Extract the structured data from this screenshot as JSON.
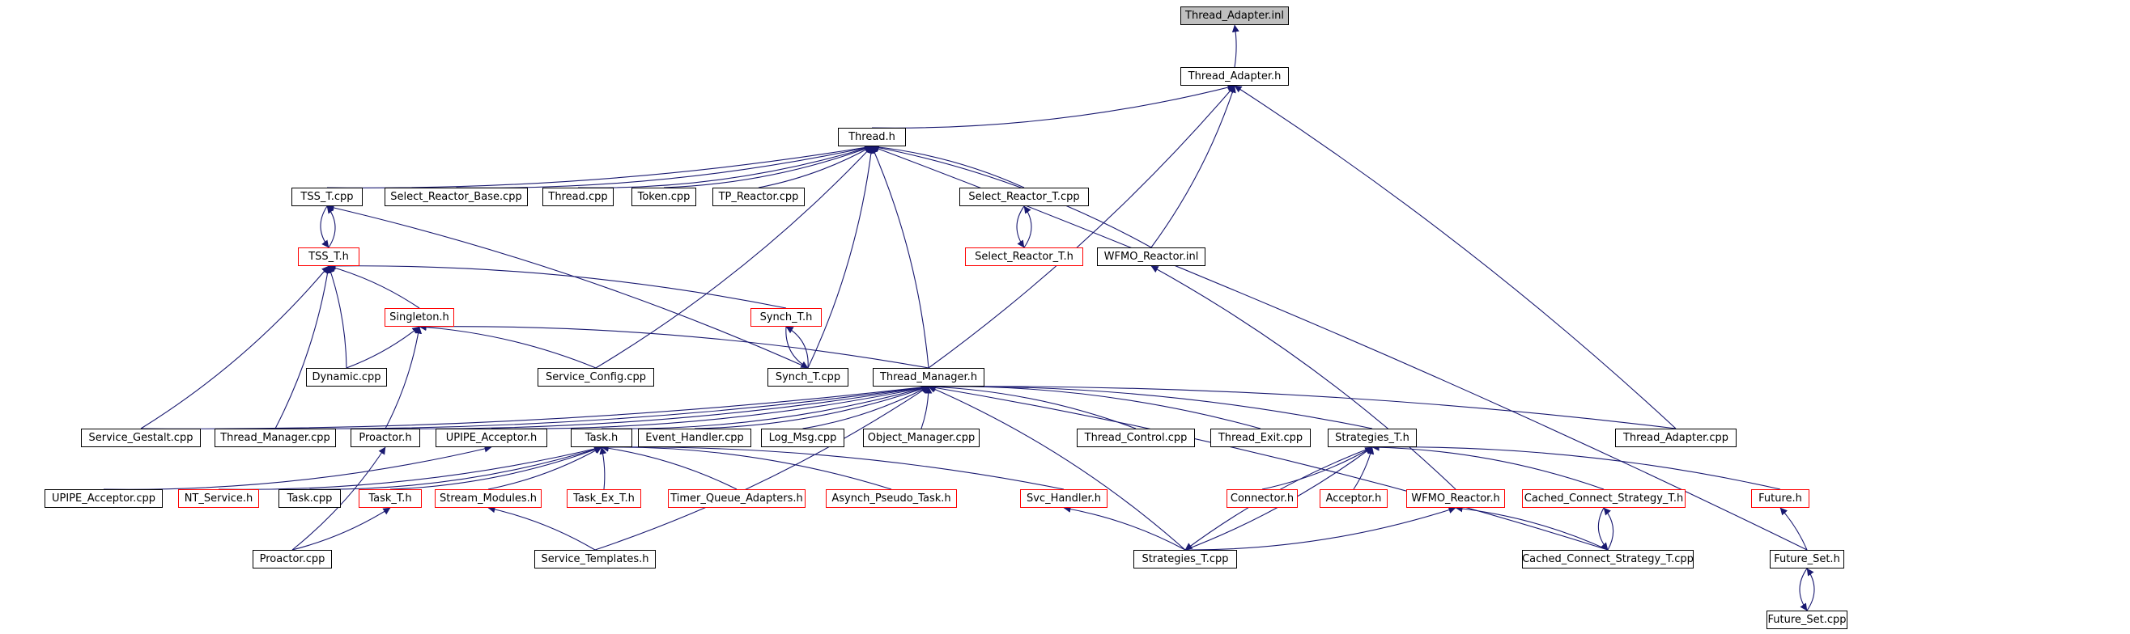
{
  "graph": {
    "colors": {
      "edge": "#191970",
      "box": "#000000",
      "box_incomplete": "#ff0000",
      "focus_fill": "#bfbfbf"
    },
    "nodes": [
      {
        "id": "thread_adapter_inl",
        "label": "Thread_Adapter.inl",
        "style": "focus"
      },
      {
        "id": "thread_adapter_h",
        "label": "Thread_Adapter.h",
        "style": "black"
      },
      {
        "id": "thread_h",
        "label": "Thread.h",
        "style": "black"
      },
      {
        "id": "tss_t_cpp",
        "label": "TSS_T.cpp",
        "style": "black"
      },
      {
        "id": "select_reactor_base_cpp",
        "label": "Select_Reactor_Base.cpp",
        "style": "black"
      },
      {
        "id": "thread_cpp",
        "label": "Thread.cpp",
        "style": "black"
      },
      {
        "id": "token_cpp",
        "label": "Token.cpp",
        "style": "black"
      },
      {
        "id": "tp_reactor_cpp",
        "label": "TP_Reactor.cpp",
        "style": "black"
      },
      {
        "id": "select_reactor_t_cpp",
        "label": "Select_Reactor_T.cpp",
        "style": "black"
      },
      {
        "id": "tss_t_h",
        "label": "TSS_T.h",
        "style": "red"
      },
      {
        "id": "select_reactor_t_h",
        "label": "Select_Reactor_T.h",
        "style": "red"
      },
      {
        "id": "wfmo_reactor_inl",
        "label": "WFMO_Reactor.inl",
        "style": "black"
      },
      {
        "id": "singleton_h",
        "label": "Singleton.h",
        "style": "red"
      },
      {
        "id": "synch_t_h",
        "label": "Synch_T.h",
        "style": "red"
      },
      {
        "id": "dynamic_cpp",
        "label": "Dynamic.cpp",
        "style": "black"
      },
      {
        "id": "service_config_cpp",
        "label": "Service_Config.cpp",
        "style": "black"
      },
      {
        "id": "synch_t_cpp",
        "label": "Synch_T.cpp",
        "style": "black"
      },
      {
        "id": "thread_manager_h",
        "label": "Thread_Manager.h",
        "style": "black"
      },
      {
        "id": "service_gestalt_cpp",
        "label": "Service_Gestalt.cpp",
        "style": "black"
      },
      {
        "id": "thread_manager_cpp",
        "label": "Thread_Manager.cpp",
        "style": "black"
      },
      {
        "id": "proactor_h",
        "label": "Proactor.h",
        "style": "black"
      },
      {
        "id": "upipe_acceptor_h",
        "label": "UPIPE_Acceptor.h",
        "style": "black"
      },
      {
        "id": "task_h",
        "label": "Task.h",
        "style": "black"
      },
      {
        "id": "event_handler_cpp",
        "label": "Event_Handler.cpp",
        "style": "black"
      },
      {
        "id": "log_msg_cpp",
        "label": "Log_Msg.cpp",
        "style": "black"
      },
      {
        "id": "object_manager_cpp",
        "label": "Object_Manager.cpp",
        "style": "black"
      },
      {
        "id": "thread_control_cpp",
        "label": "Thread_Control.cpp",
        "style": "black"
      },
      {
        "id": "thread_exit_cpp",
        "label": "Thread_Exit.cpp",
        "style": "black"
      },
      {
        "id": "strategies_t_h",
        "label": "Strategies_T.h",
        "style": "black"
      },
      {
        "id": "thread_adapter_cpp",
        "label": "Thread_Adapter.cpp",
        "style": "black"
      },
      {
        "id": "upipe_acceptor_cpp",
        "label": "UPIPE_Acceptor.cpp",
        "style": "black"
      },
      {
        "id": "nt_service_h",
        "label": "NT_Service.h",
        "style": "red"
      },
      {
        "id": "task_cpp",
        "label": "Task.cpp",
        "style": "black"
      },
      {
        "id": "task_t_h",
        "label": "Task_T.h",
        "style": "red"
      },
      {
        "id": "stream_modules_h",
        "label": "Stream_Modules.h",
        "style": "red"
      },
      {
        "id": "task_ex_t_h",
        "label": "Task_Ex_T.h",
        "style": "red"
      },
      {
        "id": "timer_queue_adapters_h",
        "label": "Timer_Queue_Adapters.h",
        "style": "red"
      },
      {
        "id": "asynch_pseudo_task_h",
        "label": "Asynch_Pseudo_Task.h",
        "style": "red"
      },
      {
        "id": "svc_handler_h",
        "label": "Svc_Handler.h",
        "style": "red"
      },
      {
        "id": "connector_h",
        "label": "Connector.h",
        "style": "red"
      },
      {
        "id": "acceptor_h",
        "label": "Acceptor.h",
        "style": "red"
      },
      {
        "id": "wfmo_reactor_h",
        "label": "WFMO_Reactor.h",
        "style": "red"
      },
      {
        "id": "cached_connect_strategy_t_h",
        "label": "Cached_Connect_Strategy_T.h",
        "style": "red"
      },
      {
        "id": "future_h",
        "label": "Future.h",
        "style": "red"
      },
      {
        "id": "proactor_cpp",
        "label": "Proactor.cpp",
        "style": "black"
      },
      {
        "id": "service_templates_h",
        "label": "Service_Templates.h",
        "style": "black"
      },
      {
        "id": "strategies_t_cpp",
        "label": "Strategies_T.cpp",
        "style": "black"
      },
      {
        "id": "cached_connect_strategy_t_cpp",
        "label": "Cached_Connect_Strategy_T.cpp",
        "style": "black"
      },
      {
        "id": "future_set_h",
        "label": "Future_Set.h",
        "style": "black"
      },
      {
        "id": "future_set_cpp",
        "label": "Future_Set.cpp",
        "style": "black"
      }
    ],
    "edges": [
      [
        "thread_adapter_h",
        "thread_adapter_inl"
      ],
      [
        "thread_h",
        "thread_adapter_h"
      ],
      [
        "thread_manager_h",
        "thread_adapter_h"
      ],
      [
        "thread_adapter_cpp",
        "thread_adapter_h"
      ],
      [
        "wfmo_reactor_inl",
        "thread_adapter_h"
      ],
      [
        "tss_t_cpp",
        "thread_h"
      ],
      [
        "select_reactor_base_cpp",
        "thread_h"
      ],
      [
        "thread_cpp",
        "thread_h"
      ],
      [
        "token_cpp",
        "thread_h"
      ],
      [
        "tp_reactor_cpp",
        "thread_h"
      ],
      [
        "select_reactor_t_cpp",
        "thread_h"
      ],
      [
        "wfmo_reactor_inl",
        "thread_h"
      ],
      [
        "service_config_cpp",
        "thread_h"
      ],
      [
        "synch_t_cpp",
        "thread_h"
      ],
      [
        "thread_manager_h",
        "thread_h"
      ],
      [
        "future_set_h",
        "thread_h"
      ],
      [
        "tss_t_h",
        "tss_t_cpp"
      ],
      [
        "tss_t_cpp",
        "tss_t_h"
      ],
      [
        "synch_t_cpp",
        "tss_t_cpp"
      ],
      [
        "select_reactor_t_h",
        "select_reactor_t_cpp"
      ],
      [
        "select_reactor_t_cpp",
        "select_reactor_t_h"
      ],
      [
        "singleton_h",
        "tss_t_h"
      ],
      [
        "synch_t_h",
        "tss_t_h"
      ],
      [
        "dynamic_cpp",
        "tss_t_h"
      ],
      [
        "service_gestalt_cpp",
        "tss_t_h"
      ],
      [
        "thread_manager_cpp",
        "tss_t_h"
      ],
      [
        "dynamic_cpp",
        "singleton_h"
      ],
      [
        "service_config_cpp",
        "singleton_h"
      ],
      [
        "proactor_h",
        "singleton_h"
      ],
      [
        "thread_manager_h",
        "singleton_h"
      ],
      [
        "synch_t_h",
        "synch_t_cpp"
      ],
      [
        "synch_t_cpp",
        "synch_t_h"
      ],
      [
        "service_gestalt_cpp",
        "thread_manager_h"
      ],
      [
        "thread_manager_cpp",
        "thread_manager_h"
      ],
      [
        "proactor_h",
        "thread_manager_h"
      ],
      [
        "upipe_acceptor_h",
        "thread_manager_h"
      ],
      [
        "task_h",
        "thread_manager_h"
      ],
      [
        "event_handler_cpp",
        "thread_manager_h"
      ],
      [
        "log_msg_cpp",
        "thread_manager_h"
      ],
      [
        "object_manager_cpp",
        "thread_manager_h"
      ],
      [
        "thread_control_cpp",
        "thread_manager_h"
      ],
      [
        "thread_exit_cpp",
        "thread_manager_h"
      ],
      [
        "strategies_t_h",
        "thread_manager_h"
      ],
      [
        "thread_adapter_cpp",
        "thread_manager_h"
      ],
      [
        "strategies_t_cpp",
        "thread_manager_h"
      ],
      [
        "service_templates_h",
        "thread_manager_h"
      ],
      [
        "cached_connect_strategy_t_cpp",
        "thread_manager_h"
      ],
      [
        "proactor_cpp",
        "proactor_h"
      ],
      [
        "upipe_acceptor_cpp",
        "upipe_acceptor_h"
      ],
      [
        "nt_service_h",
        "task_h"
      ],
      [
        "task_cpp",
        "task_h"
      ],
      [
        "task_t_h",
        "task_h"
      ],
      [
        "stream_modules_h",
        "task_h"
      ],
      [
        "task_ex_t_h",
        "task_h"
      ],
      [
        "timer_queue_adapters_h",
        "task_h"
      ],
      [
        "asynch_pseudo_task_h",
        "task_h"
      ],
      [
        "svc_handler_h",
        "task_h"
      ],
      [
        "proactor_cpp",
        "task_t_h"
      ],
      [
        "service_templates_h",
        "stream_modules_h"
      ],
      [
        "strategies_t_cpp",
        "svc_handler_h"
      ],
      [
        "strategies_t_cpp",
        "strategies_t_h"
      ],
      [
        "strategies_t_h",
        "strategies_t_cpp"
      ],
      [
        "connector_h",
        "strategies_t_h"
      ],
      [
        "acceptor_h",
        "strategies_t_h"
      ],
      [
        "cached_connect_strategy_t_h",
        "strategies_t_h"
      ],
      [
        "future_h",
        "strategies_t_h"
      ],
      [
        "strategies_t_cpp",
        "wfmo_reactor_h"
      ],
      [
        "cached_connect_strategy_t_cpp",
        "wfmo_reactor_h"
      ],
      [
        "wfmo_reactor_h",
        "wfmo_reactor_inl"
      ],
      [
        "cached_connect_strategy_t_cpp",
        "cached_connect_strategy_t_h"
      ],
      [
        "cached_connect_strategy_t_h",
        "cached_connect_strategy_t_cpp"
      ],
      [
        "future_set_h",
        "future_h"
      ],
      [
        "future_set_cpp",
        "future_set_h"
      ],
      [
        "future_set_h",
        "future_set_cpp"
      ]
    ]
  }
}
